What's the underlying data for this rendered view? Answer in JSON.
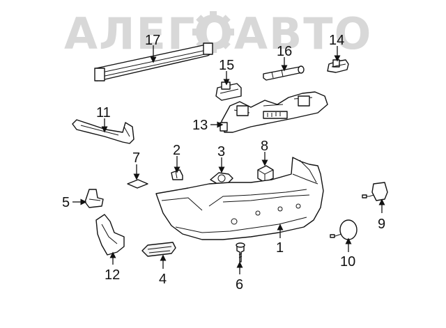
{
  "watermark": {
    "text": "АЛЕГОАВТО",
    "color": "#d8d8d8"
  },
  "line_color": "#111111",
  "callouts": {
    "c1": "1",
    "c2": "2",
    "c3": "3",
    "c4": "4",
    "c5": "5",
    "c6": "6",
    "c7": "7",
    "c8": "8",
    "c9": "9",
    "c10": "10",
    "c11": "11",
    "c12": "12",
    "c13": "13",
    "c14": "14",
    "c15": "15",
    "c16": "16",
    "c17": "17"
  }
}
